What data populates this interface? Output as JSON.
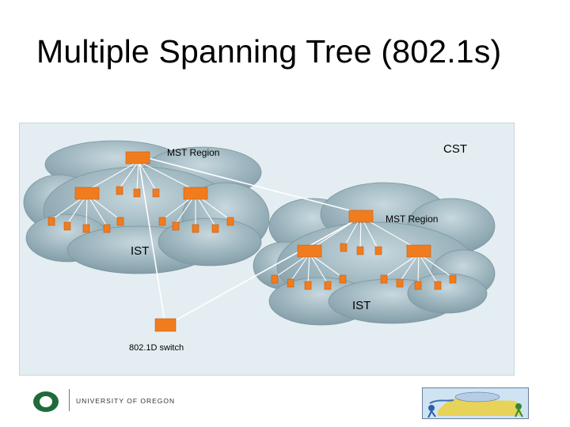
{
  "slide": {
    "title": "Multiple Spanning Tree (802.1s)"
  },
  "diagram": {
    "labels": {
      "cst": "CST",
      "mst_region_left": "MST Region",
      "mst_region_right": "MST Region",
      "ist_left": "IST",
      "ist_right": "IST",
      "switch_8021d": "802.1D switch"
    },
    "colors": {
      "switch_fill": "#f07c1f",
      "switch_border": "#c85a0a",
      "cloud_fill": "#8fa9b3",
      "cloud_light": "#c4d5db",
      "link": "#ffffff",
      "panel": "#e4eef2"
    }
  },
  "footer": {
    "university_name": "UNIVERSITY OF OREGON",
    "university_icon": "uo-o-logo",
    "nsrc_icon": "nsrc-logo"
  }
}
